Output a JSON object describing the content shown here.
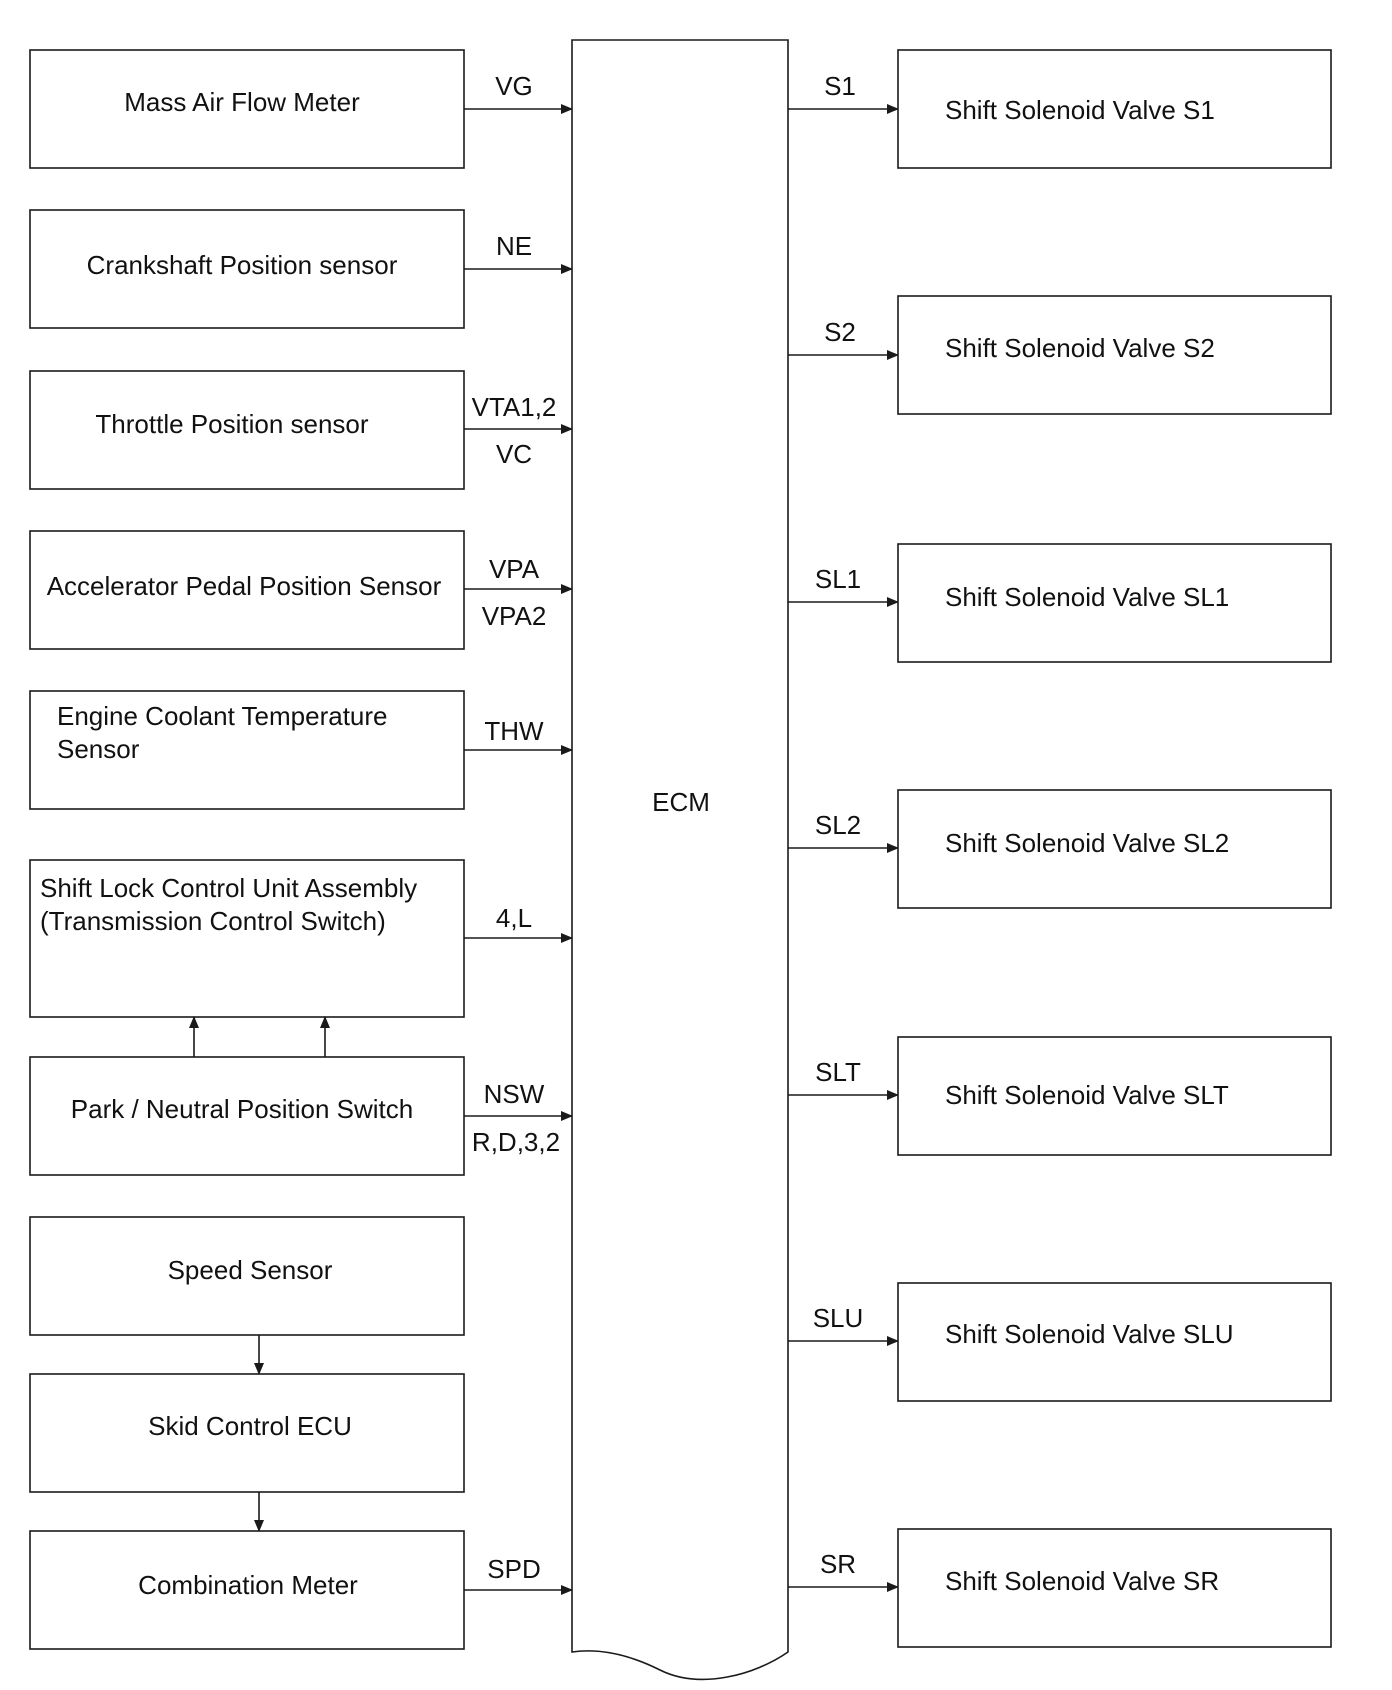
{
  "ecm": {
    "label": "ECM"
  },
  "inputs": [
    {
      "id": "maf",
      "lines": [
        "Mass Air Flow Meter"
      ],
      "signals": [
        "VG"
      ]
    },
    {
      "id": "ckp",
      "lines": [
        "Crankshaft Position sensor"
      ],
      "signals": [
        "NE"
      ]
    },
    {
      "id": "tps",
      "lines": [
        "Throttle Position sensor"
      ],
      "signals": [
        "VTA1,2",
        "VC"
      ]
    },
    {
      "id": "app",
      "lines": [
        "Accelerator Pedal Position Sensor"
      ],
      "signals": [
        "VPA",
        "VPA2"
      ]
    },
    {
      "id": "ect",
      "lines": [
        "Engine Coolant Temperature",
        "Sensor"
      ],
      "signals": [
        "THW"
      ]
    },
    {
      "id": "slc",
      "lines": [
        "Shift Lock Control Unit Assembly",
        "(Transmission Control Switch)"
      ],
      "signals": [
        "4,L"
      ]
    },
    {
      "id": "pnp",
      "lines": [
        "Park / Neutral Position Switch"
      ],
      "signals": [
        "NSW",
        "R,D,3,2"
      ]
    },
    {
      "id": "spd",
      "lines": [
        "Speed Sensor"
      ],
      "signals": []
    },
    {
      "id": "skid",
      "lines": [
        "Skid Control ECU"
      ],
      "signals": []
    },
    {
      "id": "meter",
      "lines": [
        "Combination Meter"
      ],
      "signals": [
        "SPD"
      ]
    }
  ],
  "outputs": [
    {
      "id": "s1",
      "label": "Shift Solenoid Valve S1",
      "signal": "S1"
    },
    {
      "id": "s2",
      "label": "Shift Solenoid Valve S2",
      "signal": "S2"
    },
    {
      "id": "sl1",
      "label": "Shift Solenoid Valve SL1",
      "signal": "SL1"
    },
    {
      "id": "sl2",
      "label": "Shift Solenoid Valve SL2",
      "signal": "SL2"
    },
    {
      "id": "slt",
      "label": "Shift Solenoid Valve SLT",
      "signal": "SLT"
    },
    {
      "id": "slu",
      "label": "Shift Solenoid Valve SLU",
      "signal": "SLU"
    },
    {
      "id": "sr",
      "label": "Shift Solenoid Valve SR",
      "signal": "SR"
    }
  ]
}
